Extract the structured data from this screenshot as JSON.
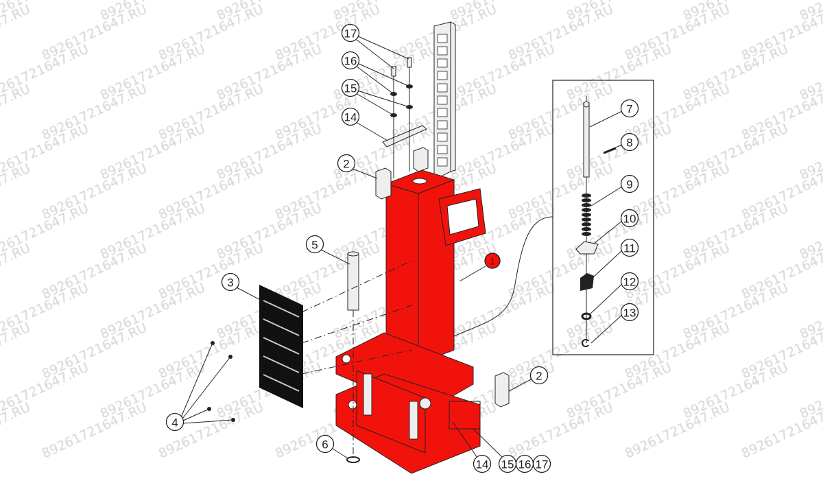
{
  "watermark": "89261721647.RU",
  "colors": {
    "body": "#f2120c",
    "watermark": "#d4d4d4",
    "line": "#222222"
  },
  "balloons": [
    {
      "id": "b17-top",
      "label": "17"
    },
    {
      "id": "b16-top",
      "label": "16"
    },
    {
      "id": "b15-top",
      "label": "15"
    },
    {
      "id": "b14-top",
      "label": "14"
    },
    {
      "id": "b2-left",
      "label": "2"
    },
    {
      "id": "b5",
      "label": "5"
    },
    {
      "id": "b3",
      "label": "3"
    },
    {
      "id": "b4",
      "label": "4"
    },
    {
      "id": "b6",
      "label": "6"
    },
    {
      "id": "b1",
      "label": "1"
    },
    {
      "id": "b2-right",
      "label": "2"
    },
    {
      "id": "b14-bot",
      "label": "14"
    },
    {
      "id": "b15-bot",
      "label": "15"
    },
    {
      "id": "b16-bot",
      "label": "16"
    },
    {
      "id": "b17-bot",
      "label": "17"
    },
    {
      "id": "b7",
      "label": "7"
    },
    {
      "id": "b8",
      "label": "8"
    },
    {
      "id": "b9",
      "label": "9"
    },
    {
      "id": "b10",
      "label": "10"
    },
    {
      "id": "b11",
      "label": "11"
    },
    {
      "id": "b12",
      "label": "12"
    },
    {
      "id": "b13",
      "label": "13"
    }
  ]
}
